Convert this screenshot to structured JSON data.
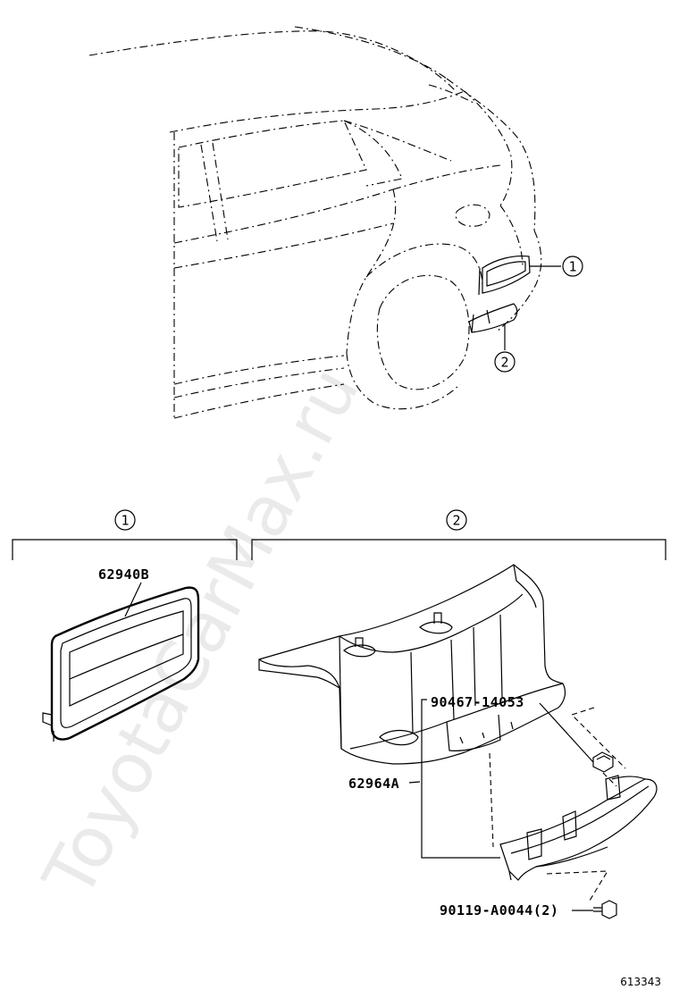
{
  "callouts": {
    "c1": "1",
    "c2": "2"
  },
  "parts": {
    "p1": "62940B",
    "p2": "62964A",
    "p3": "90467-14053",
    "p4": "90119-A0044(2)"
  },
  "figure_id": "613343",
  "watermark": "ToyotaCarMax.ru"
}
